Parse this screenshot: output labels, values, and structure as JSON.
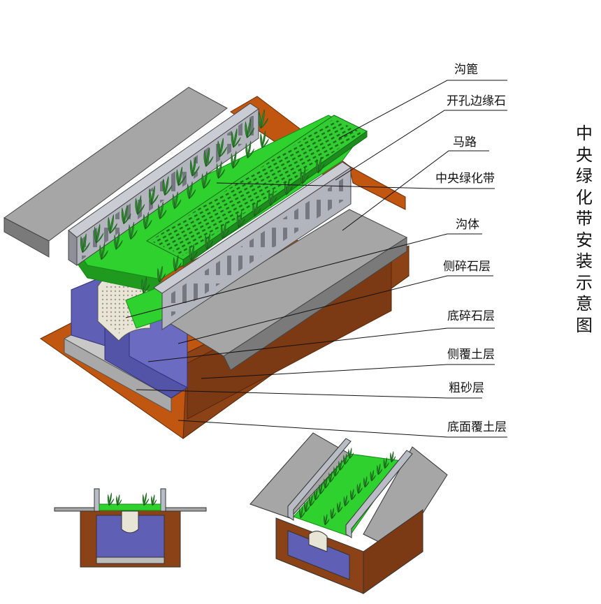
{
  "title": "中央绿化带安装示意图",
  "callouts": [
    {
      "id": "gou-bi",
      "text": "沟篦"
    },
    {
      "id": "kaikong-bianyuanshi",
      "text": "开孔边缘石"
    },
    {
      "id": "malu",
      "text": "马路"
    },
    {
      "id": "zhongyang-lvhuadai",
      "text": "中央绿化带"
    },
    {
      "id": "gouti",
      "text": "沟体"
    },
    {
      "id": "ce-suishi-ceng",
      "text": "侧碎石层"
    },
    {
      "id": "di-suishi-ceng",
      "text": "底碎石层"
    },
    {
      "id": "ce-futu-ceng",
      "text": "侧覆土层"
    },
    {
      "id": "cusha-ceng",
      "text": "粗砂层"
    },
    {
      "id": "dimian-futu-ceng",
      "text": "底面覆土层"
    }
  ],
  "colors": {
    "soil": "#c0560f",
    "soil_dark": "#7a3a12",
    "gravel": "#5f5fb5",
    "gravel_dark": "#3f3f90",
    "road": "#a6a6a6",
    "road_dark": "#7a7a7a",
    "curb": "#b9bcc4",
    "grass": "#2fd12f",
    "grass_dark": "#1f9a1f",
    "plant": "#2f8a2f",
    "channel": "#e8e4d6",
    "sand": "#c8c8c8"
  }
}
